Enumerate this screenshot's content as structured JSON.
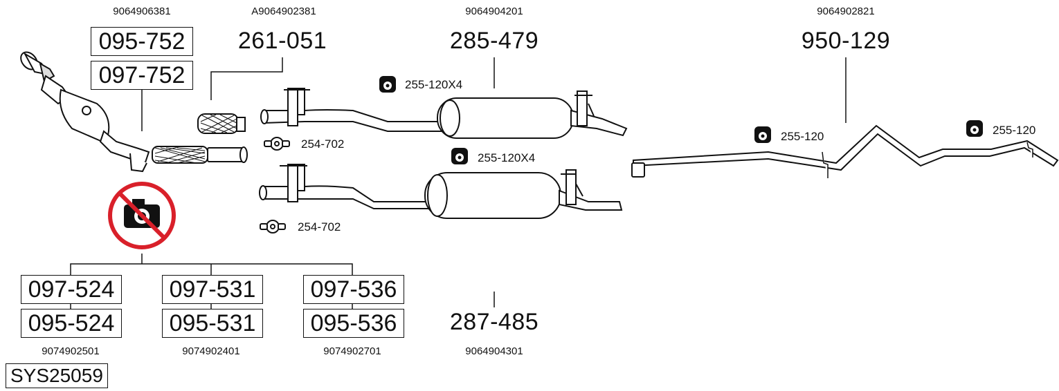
{
  "oem_numbers": {
    "left_top": "9064906381",
    "center_top": "A9064902381",
    "middle_top": "9064904201",
    "right_top": "9064902821",
    "bottom_a": "9074902501",
    "bottom_b": "9074902401",
    "bottom_c": "9074902701",
    "bottom_d": "9064904301"
  },
  "parts": {
    "cat_a": "095-752",
    "cat_b": "097-752",
    "flex_pipe": "261-051",
    "front_silencer_a": "285-479",
    "front_silencer_b": "287-485",
    "rear_pipe": "950-129",
    "dpf_1a": "097-524",
    "dpf_1b": "095-524",
    "dpf_2a": "097-531",
    "dpf_2b": "095-531",
    "dpf_3a": "097-536",
    "dpf_3b": "095-536",
    "system": "SYS25059"
  },
  "accessories": {
    "rubber_mount_1": "255-120X4",
    "rubber_mount_2": "255-120X4",
    "rubber_mount_3": "255-120",
    "rubber_mount_4": "255-120",
    "clamp_1": "254-702",
    "clamp_2": "254-702"
  },
  "icons": {
    "mount": "rubber-mount-icon",
    "clamp": "clamp-icon",
    "prohibited": "no-camera-icon"
  },
  "colors": {
    "prohibited_red": "#d9202a",
    "line": "#111111"
  }
}
